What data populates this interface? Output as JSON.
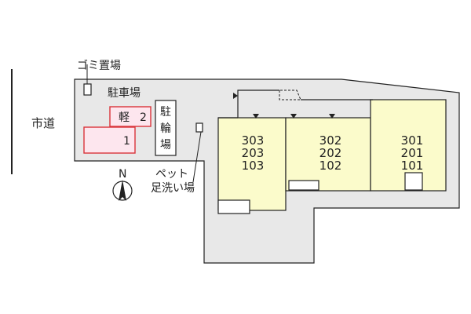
{
  "labels": {
    "road": "市道",
    "garbage": "ゴミ置場",
    "parking": "駐車場",
    "light_car_prefix": "軽",
    "bike_parking": [
      "駐",
      "輪",
      "場"
    ],
    "pet_wash": [
      "ペット",
      "足洗い場"
    ],
    "north": "N"
  },
  "parking_spaces": [
    {
      "number": "2",
      "type": "light"
    },
    {
      "number": "1",
      "type": "standard"
    }
  ],
  "buildings": [
    {
      "units": [
        "303",
        "203",
        "103"
      ]
    },
    {
      "units": [
        "302",
        "202",
        "102"
      ]
    },
    {
      "units": [
        "301",
        "201",
        "101"
      ]
    }
  ],
  "colors": {
    "ground": "#e8e8e8",
    "building": "#fbfbcb",
    "parking_outline": "#d9343a",
    "parking_fill": "#fde6ee",
    "line": "#222222"
  }
}
